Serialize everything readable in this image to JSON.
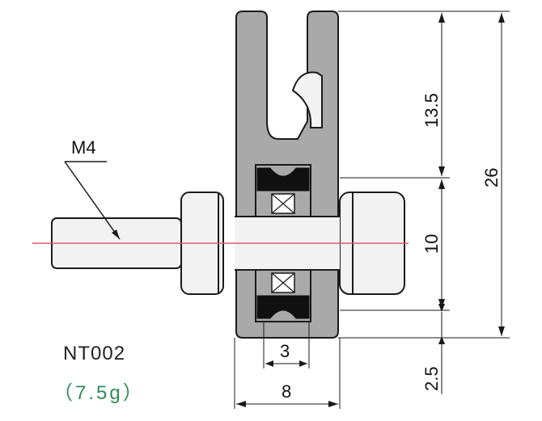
{
  "drawing": {
    "thread_label": "M4",
    "part_code": "NT002",
    "weight": "（7.5g）",
    "dimensions": {
      "top_height": "13.5",
      "total_height": "26",
      "bore_height": "10",
      "bottom_height": "2.5",
      "groove_width": "3",
      "total_width": "8"
    },
    "colors": {
      "body": "#a9a9a9",
      "outline": "#1a1a1a",
      "centerline": "#e05a6a",
      "shaft": "#f2f2f2",
      "weight_text": "#2e8b57"
    }
  }
}
